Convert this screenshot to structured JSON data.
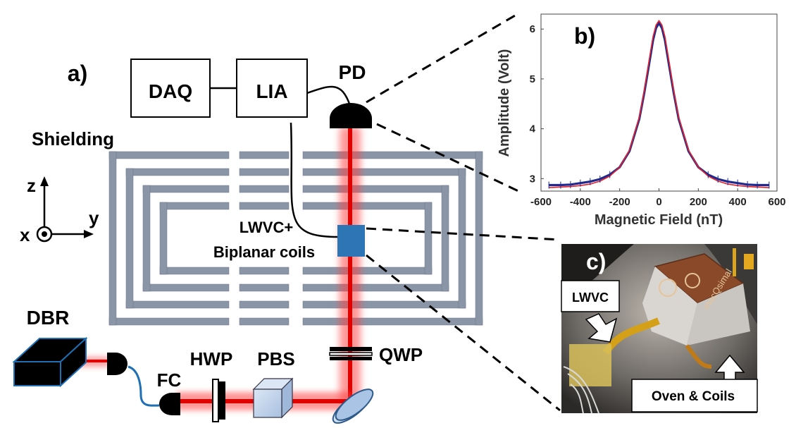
{
  "panels": {
    "a": "a)",
    "b": "b)",
    "c": "c)"
  },
  "setup": {
    "daq": "DAQ",
    "lia": "LIA",
    "pd": "PD",
    "shielding": "Shielding",
    "cell_label_line1": "LWVC+",
    "cell_label_line2": "Biplanar coils",
    "dbr": "DBR",
    "fc": "FC",
    "hwp": "HWP",
    "pbs": "PBS",
    "qwp": "QWP"
  },
  "axes_glyph": {
    "z": "z",
    "y": "y",
    "x": "x"
  },
  "photo": {
    "lwvc": "LWVC",
    "oven_coils": "Oven & Coils",
    "chip_text": "macQsimal"
  },
  "colors": {
    "beam": "#e00000",
    "shield_fill": "#8a96a8",
    "cell": "#2e75b6",
    "fit_line": "#e8202a",
    "data_line": "#1f2a8c"
  },
  "chart_data": {
    "type": "line",
    "title": "",
    "xlabel": "Magnetic Field (nT)",
    "ylabel": "Amplitude (Volt)",
    "xlim": [
      -600,
      600
    ],
    "ylim": [
      2.75,
      6.3
    ],
    "xticks": [
      -600,
      -400,
      -200,
      0,
      200,
      400,
      600
    ],
    "yticks": [
      3,
      4,
      5,
      6
    ],
    "grid": false,
    "legend": "none",
    "series": [
      {
        "x": [
          -560,
          -500,
          -450,
          -400,
          -350,
          -300,
          -250,
          -200,
          -150,
          -100,
          -75,
          -50,
          -30,
          -15,
          0,
          15,
          30,
          50,
          75,
          100,
          150,
          200,
          250,
          300,
          350,
          400,
          450,
          500,
          560
        ],
        "values": [
          2.87,
          2.87,
          2.88,
          2.91,
          2.94,
          2.99,
          3.08,
          3.23,
          3.55,
          4.2,
          4.72,
          5.3,
          5.78,
          6.02,
          6.12,
          6.02,
          5.78,
          5.3,
          4.72,
          4.2,
          3.55,
          3.23,
          3.08,
          2.99,
          2.94,
          2.91,
          2.88,
          2.87,
          2.87
        ]
      },
      {
        "x": [
          -560,
          -500,
          -450,
          -400,
          -350,
          -300,
          -250,
          -200,
          -150,
          -100,
          -75,
          -50,
          -30,
          -15,
          0,
          15,
          30,
          50,
          75,
          100,
          150,
          200,
          250,
          300,
          350,
          400,
          450,
          500,
          560
        ],
        "values": [
          2.82,
          2.83,
          2.84,
          2.86,
          2.89,
          2.95,
          3.05,
          3.23,
          3.57,
          4.23,
          4.76,
          5.37,
          5.85,
          6.08,
          6.17,
          6.08,
          5.85,
          5.37,
          4.76,
          4.23,
          3.57,
          3.23,
          3.05,
          2.95,
          2.89,
          2.86,
          2.84,
          2.83,
          2.82
        ]
      }
    ]
  }
}
